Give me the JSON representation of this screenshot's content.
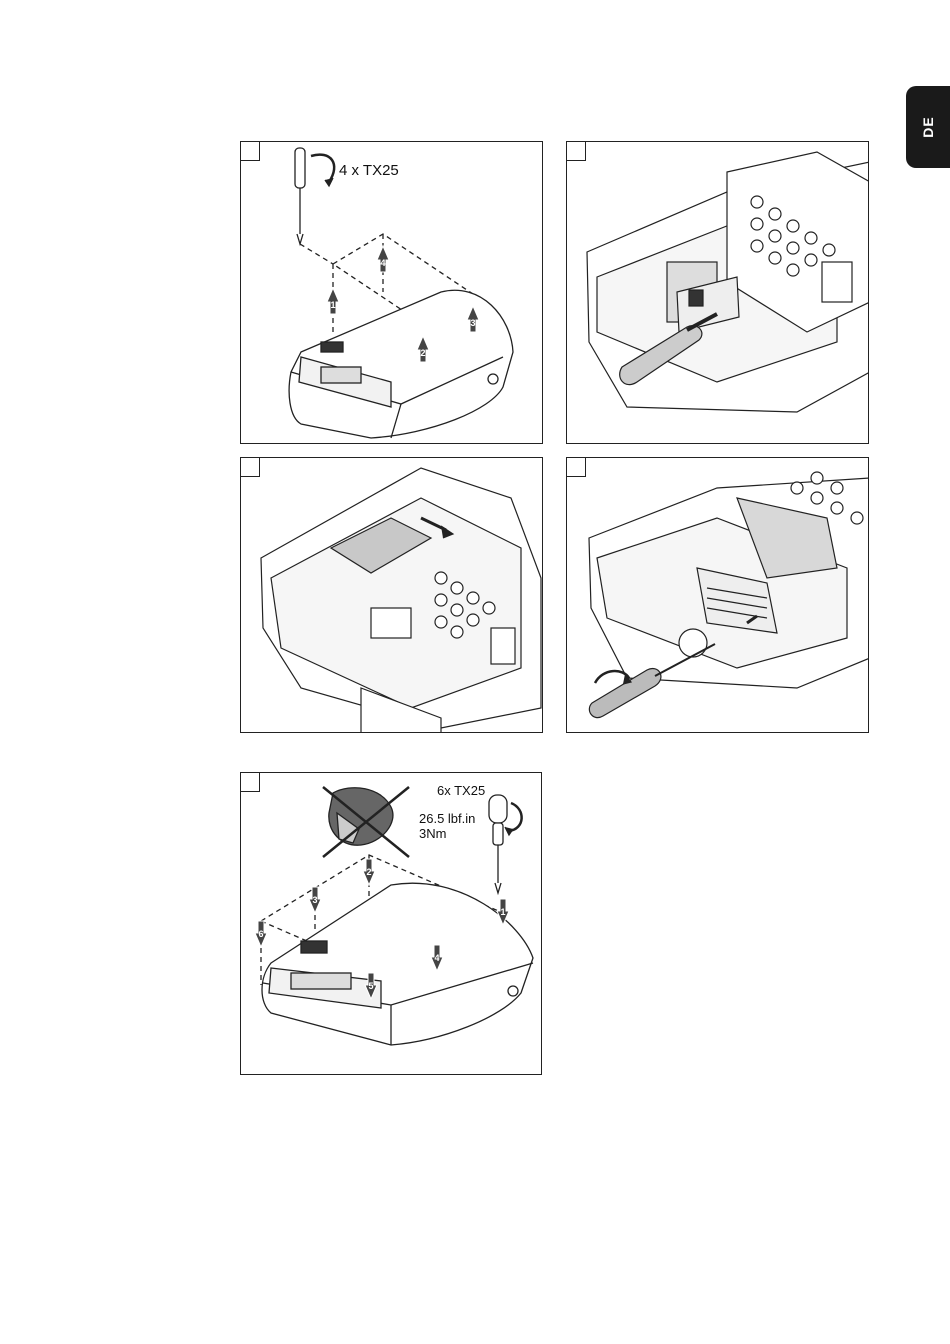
{
  "side_tab": {
    "label": "DE"
  },
  "panel1": {
    "tool_label": "4 x TX25",
    "numbers": [
      "1",
      "2",
      "3",
      "4"
    ]
  },
  "panel5": {
    "tool_label": "6x TX25",
    "torque_imperial": "26.5 lbf.in",
    "torque_metric": "3Nm",
    "numbers": [
      "1",
      "2",
      "3",
      "4",
      "5",
      "6"
    ]
  }
}
